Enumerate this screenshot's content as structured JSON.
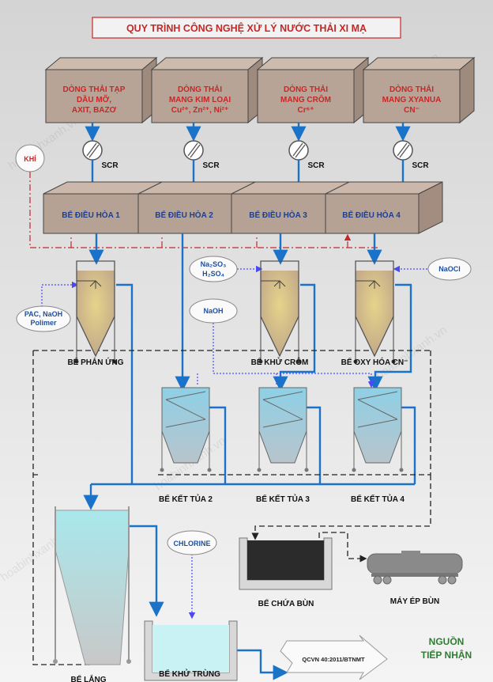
{
  "title": "QUY TRÌNH CÔNG NGHỆ XỬ LÝ NƯỚC THẢI XI MẠ",
  "watermark": "hoabinhxanh.vn",
  "sources": [
    {
      "lines": [
        "DÒNG THẢI TẠP",
        "DẦU MỠ,",
        "AXIT, BAZƠ"
      ]
    },
    {
      "lines": [
        "DÒNG THẢI",
        "MANG KIM LOẠI",
        "Cu²⁺, Zn²⁺, Ni²⁺"
      ]
    },
    {
      "lines": [
        "DÒNG THẢI",
        "MANG CRÔM",
        "Cr⁶⁺"
      ]
    },
    {
      "lines": [
        "DÒNG THẢI",
        "MANG XYANUA",
        "CN⁻"
      ]
    }
  ],
  "screen_label": "SCR",
  "air_label": "KHÍ",
  "equalization": [
    "BỂ ĐIỀU HÒA 1",
    "BỂ ĐIỀU HÒA 2",
    "BỂ ĐIỀU HÒA 3",
    "BỂ ĐIỀU HÒA 4"
  ],
  "chemicals": {
    "pac": [
      "PAC, NaOH",
      "Polimer"
    ],
    "chrome_reduce": [
      "Na₂SO₃",
      "H₂SO₄"
    ],
    "naoh": "NaOH",
    "naocl": "NaOCl",
    "chlorine": "CHLORINE"
  },
  "reactors": [
    "BỂ PHẢN ỨNG",
    "BỂ KHỬ CRÔM",
    "BỂ OXY HÓA CN⁻"
  ],
  "precipitation": [
    "BỂ KẾT TỦA 2",
    "BỂ KẾT TỦA 3",
    "BỂ KẾT TỦA 4"
  ],
  "settling": "BỂ LẮNG",
  "disinfection": "BỂ KHỬ TRÙNG",
  "sludge_tank": "BỂ CHỨA BÙN",
  "filter_press": "MÁY ÉP BÙN",
  "standard": "QCVN 40:2011/BTNMT",
  "receiver": [
    "NGUỒN",
    "TIẾP NHẬN"
  ],
  "colors": {
    "title": "#c62828",
    "flow": "#1a73c9",
    "receiver": "#2e7d32"
  }
}
